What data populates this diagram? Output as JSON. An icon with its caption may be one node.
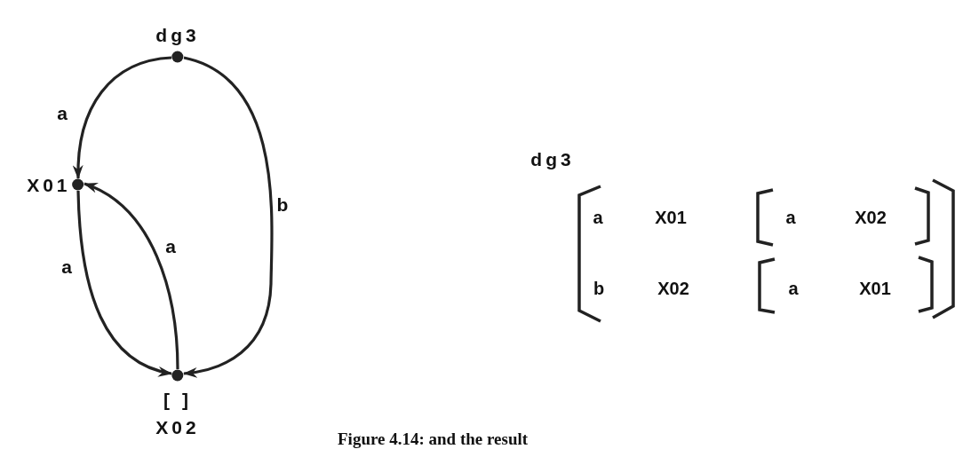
{
  "diagram": {
    "caption": "Figure 4.14: and the result",
    "nodes": [
      {
        "text": [
          "dg3"
        ]
      },
      {
        "text": [
          "X01"
        ]
      },
      {
        "text": [
          "[ ]",
          "X02"
        ]
      }
    ],
    "edges": [
      {
        "from": 0,
        "to": 1,
        "arrow": "to",
        "label": "a"
      },
      {
        "from": 1,
        "to": 2,
        "arrow": "to",
        "label": "a"
      },
      {
        "from": 2,
        "to": 1,
        "arrow": "to",
        "label": "a"
      },
      {
        "from": 0,
        "to": 2,
        "arrow": "to",
        "label": "b"
      }
    ],
    "labels": [
      "dg3",
      "a",
      "X01",
      "a",
      "X02",
      "b",
      "X02",
      "a",
      "X01"
    ]
  }
}
